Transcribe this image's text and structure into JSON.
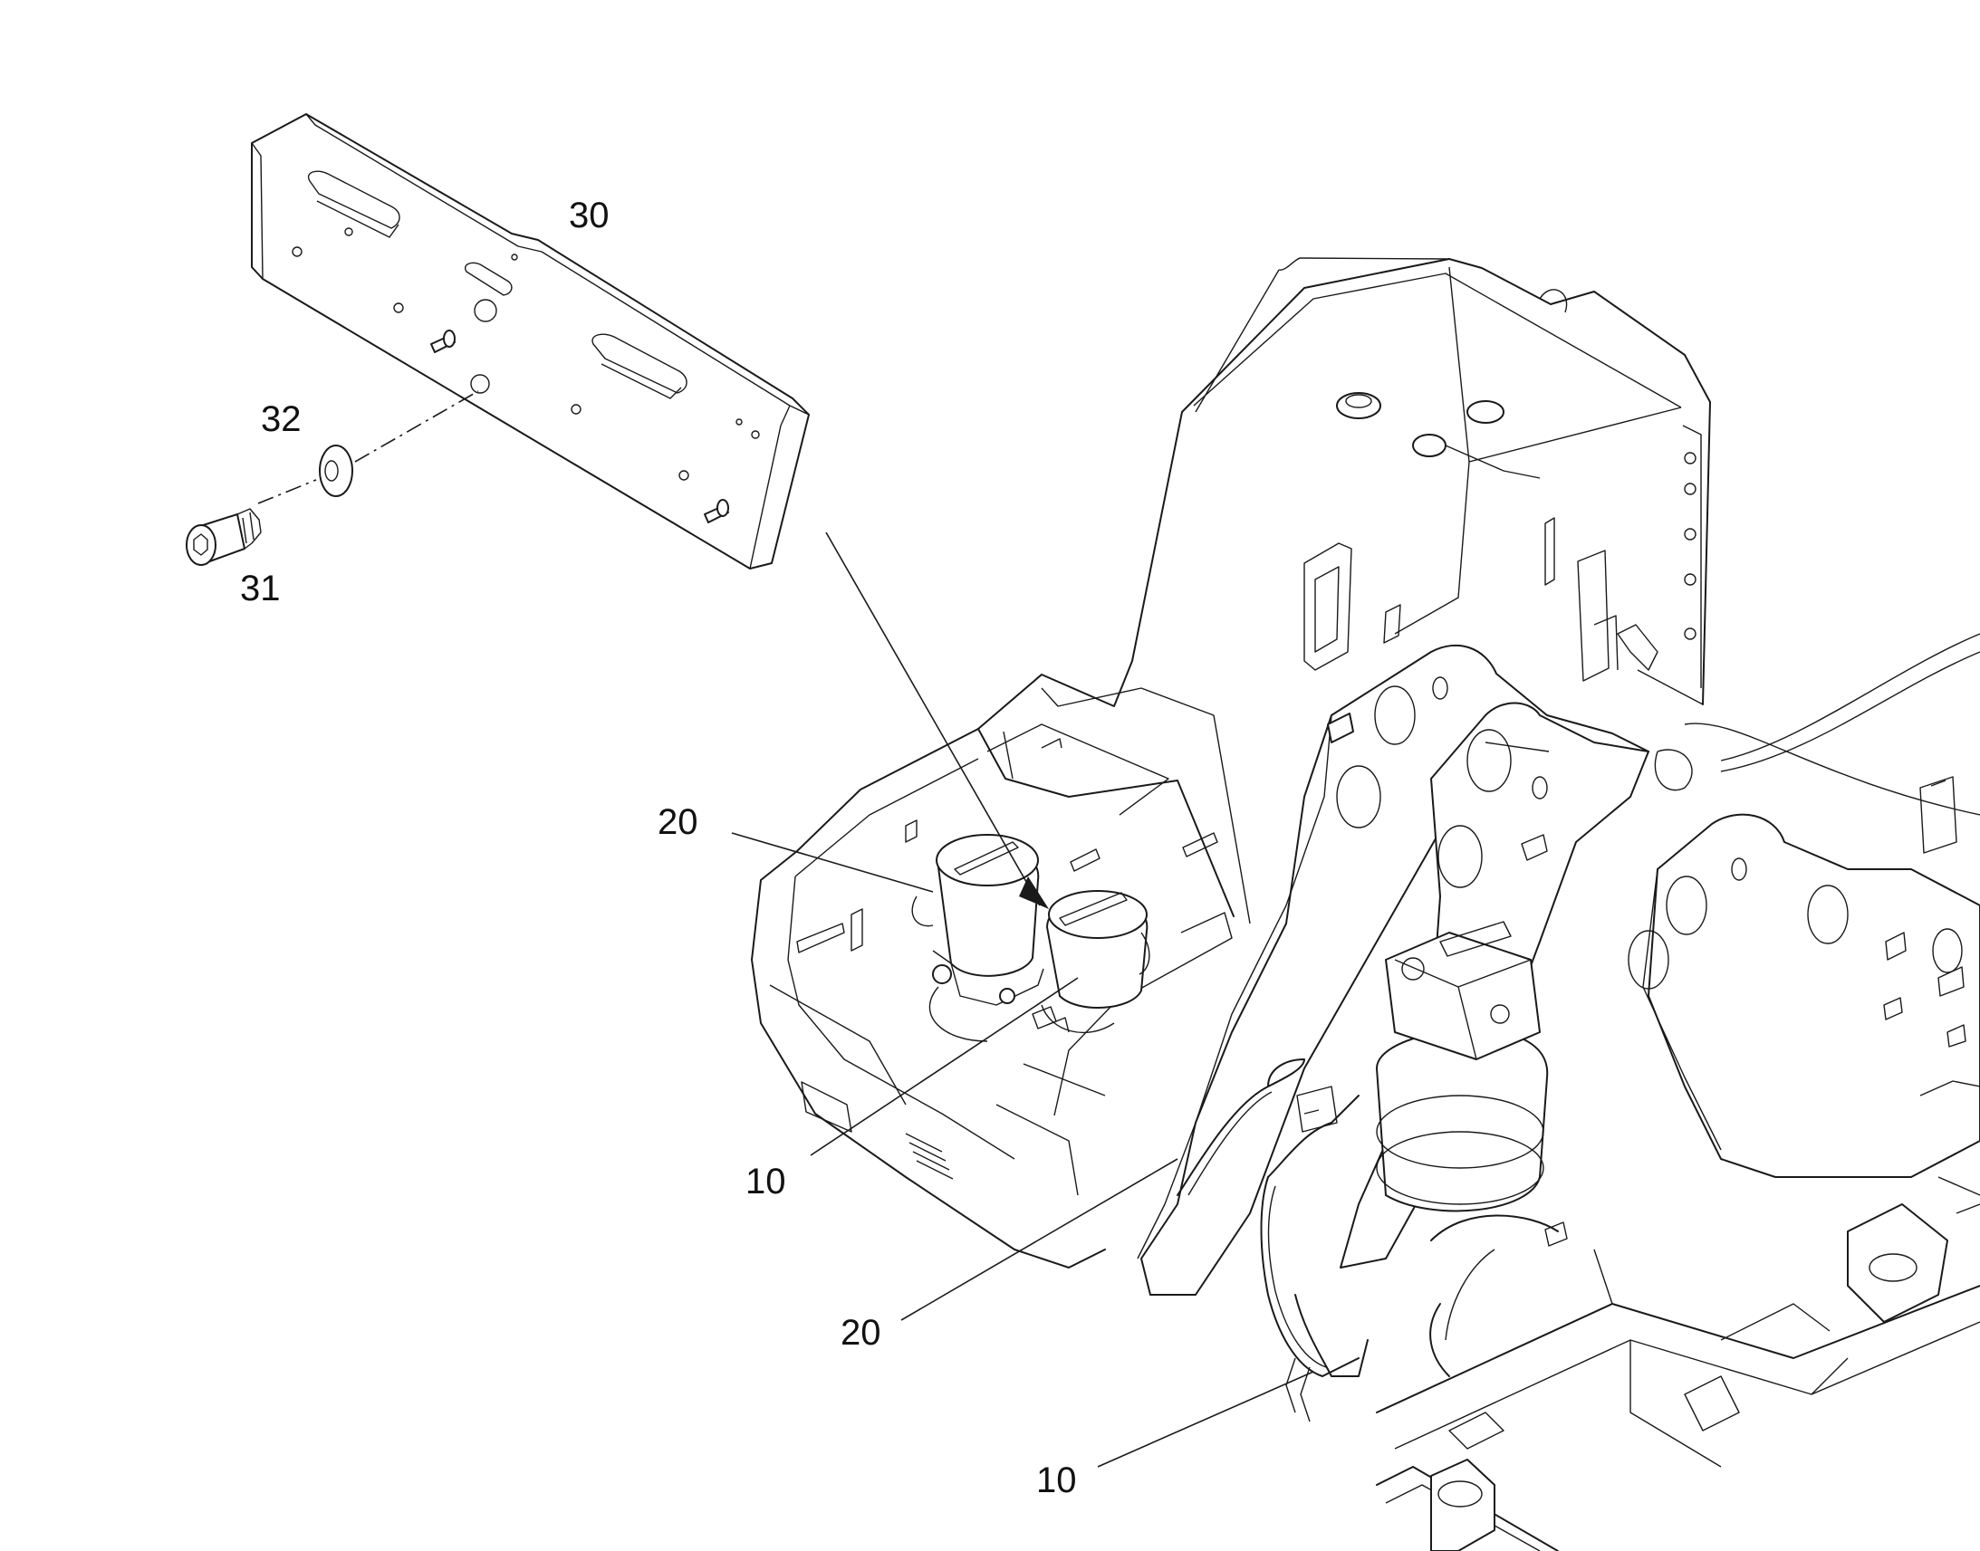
{
  "callouts": {
    "cover_plate": "30",
    "washer": "32",
    "screw": "31",
    "battery_upper_a": "20",
    "battery_upper_b": "10",
    "cable_lower_a": "20",
    "cable_lower_b": "10"
  }
}
